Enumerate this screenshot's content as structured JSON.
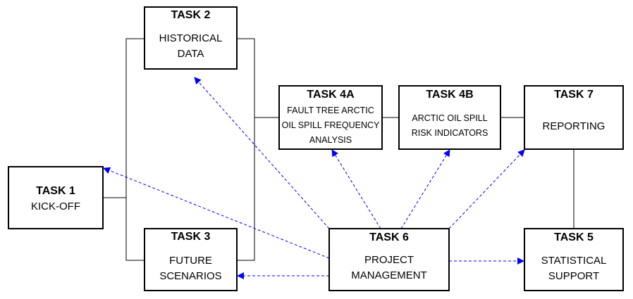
{
  "tasks": {
    "t1": {
      "title": "TASK 1",
      "lines": [
        "KICK-OFF"
      ]
    },
    "t2": {
      "title": "TASK 2",
      "lines": [
        "HISTORICAL",
        "DATA"
      ]
    },
    "t3": {
      "title": "TASK 3",
      "lines": [
        "FUTURE",
        "SCENARIOS"
      ]
    },
    "t4a": {
      "title": "TASK 4A",
      "lines": [
        "FAULT TREE ARCTIC",
        "OIL SPILL FREQUENCY",
        "ANALYSIS"
      ]
    },
    "t4b": {
      "title": "TASK 4B",
      "lines": [
        "ARCTIC OIL SPILL",
        "RISK INDICATORS"
      ]
    },
    "t5": {
      "title": "TASK 5",
      "lines": [
        "STATISTICAL",
        "SUPPORT"
      ]
    },
    "t6": {
      "title": "TASK 6",
      "lines": [
        "PROJECT",
        "MANAGEMENT"
      ]
    },
    "t7": {
      "title": "TASK 7",
      "lines": [
        "REPORTING"
      ]
    }
  },
  "colors": {
    "solid_connector": "#000000",
    "dashed_arrow": "#0000ff"
  }
}
